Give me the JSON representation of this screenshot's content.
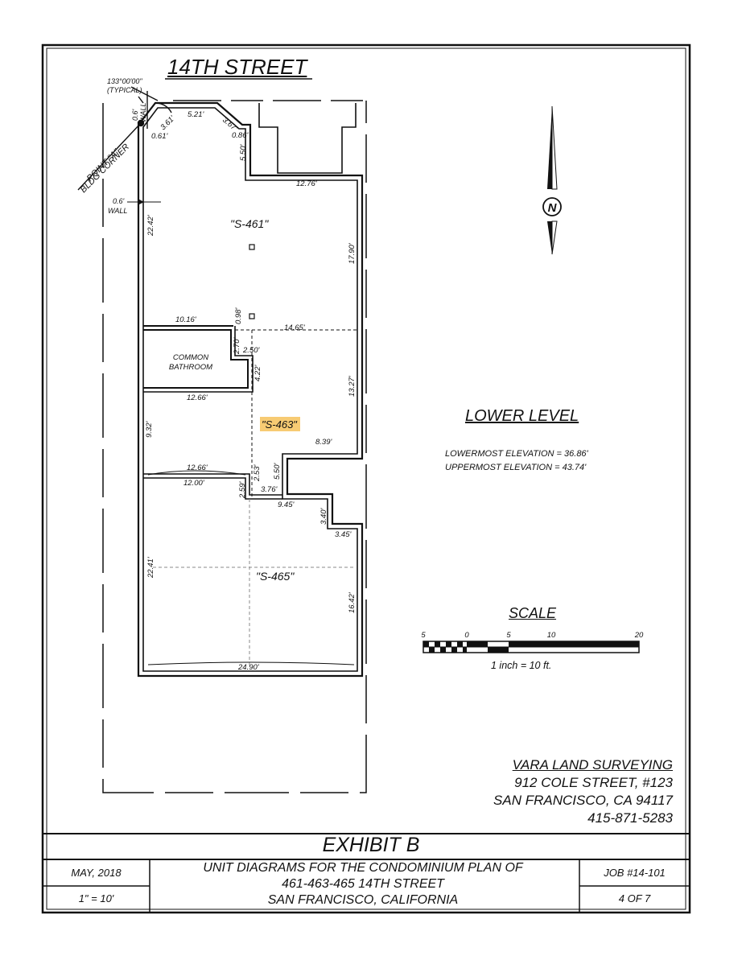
{
  "street_name": "14TH STREET",
  "units": {
    "s461": "\"S-461\"",
    "s463": "\"S-463\"",
    "s465": "\"S-465\"",
    "common_line1": "COMMON",
    "common_line2": "BATHROOM"
  },
  "callouts": {
    "angle_line1": "133°00'00\"",
    "angle_line2": "(TYPICAL)",
    "point_line1": "POINT \"A\"",
    "point_line2": "BLDG CORNER",
    "wall_top_value": "0.6'",
    "wall_top_label": "WALL",
    "wall_side_value": "0.6'",
    "wall_side_label": "WALL"
  },
  "dimensions": {
    "d_361": "3.61'",
    "d_061": "0.61'",
    "d_521": "5.21'",
    "d_367": "3.67'",
    "d_086": "0.86'",
    "d_550a": "5.50'",
    "d_1276": "12.76'",
    "d_2242a": "22.42'",
    "d_1790": "17.90'",
    "d_1016": "10.16'",
    "d_098": "0.98'",
    "d_1465": "14.65'",
    "d_270": "2.70'",
    "d_250": "2.50'",
    "d_422": "4.22'",
    "d_1327": "13.27'",
    "d_1266a": "12.66'",
    "d_932": "9.32'",
    "d_839": "8.39'",
    "d_1266b": "12.66'",
    "d_550b": "5.50'",
    "d_253": "2.53'",
    "d_376": "3.76'",
    "d_1200": "12.00'",
    "d_259": "2.59'",
    "d_945": "9.45'",
    "d_340": "3.40'",
    "d_345": "3.45'",
    "d_2241": "22.41'",
    "d_1642": "16.42'",
    "d_2490": "24.90'"
  },
  "north_label": "N",
  "lower_level": {
    "title": "LOWER LEVEL",
    "lowermost": "LOWERMOST ELEVATION  = 36.86'",
    "uppermost": "UPPERMOST ELEVATION  = 43.74'"
  },
  "scale": {
    "title": "SCALE",
    "ticks": [
      "5",
      "0",
      "5",
      "10",
      "20"
    ],
    "note": "1 inch = 10  ft."
  },
  "surveyor": {
    "name": "VARA LAND SURVEYING",
    "address1": "912 COLE STREET, #123",
    "address2": "SAN FRANCISCO, CA 94117",
    "phone": "415-871-5283"
  },
  "title_block": {
    "exhibit": "EXHIBIT B",
    "date": "MAY, 2018",
    "scale": "1\" = 10'",
    "title_line1": "UNIT DIAGRAMS FOR THE CONDOMINIUM PLAN OF",
    "title_line2": "461-463-465 14TH STREET",
    "title_line3": "SAN FRANCISCO, CALIFORNIA",
    "job": "JOB #14-101",
    "sheet": "4 OF 7"
  },
  "highlight_color": "#f6c25a"
}
